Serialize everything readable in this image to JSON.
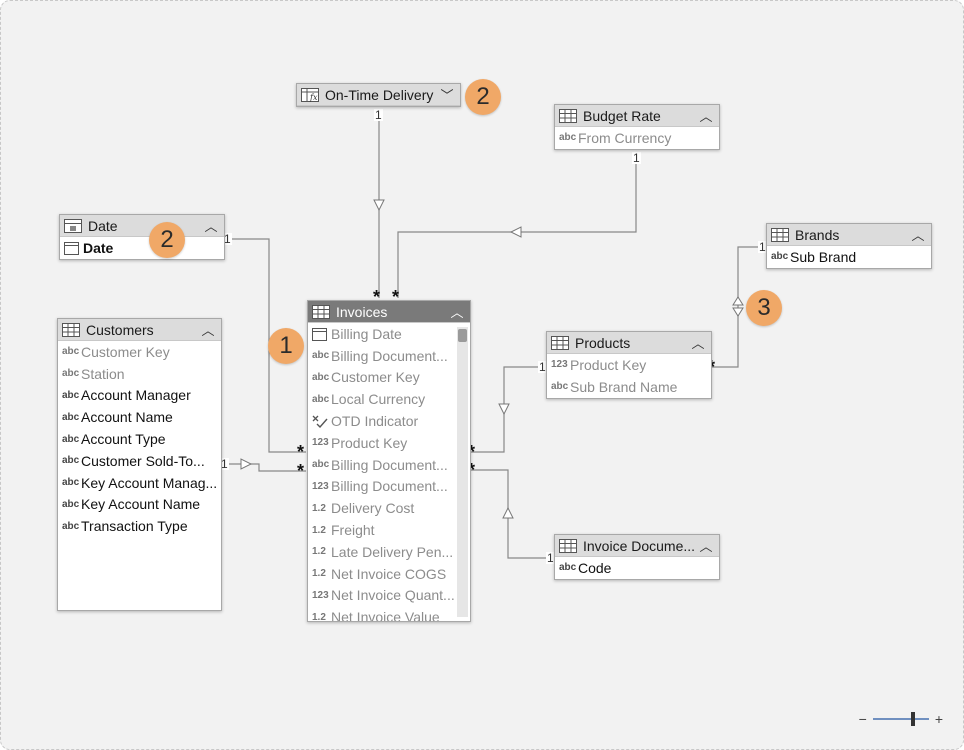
{
  "tables": {
    "date": {
      "title": "Date",
      "fields": [
        {
          "icon": "cal",
          "name": "Date",
          "style": "bold"
        }
      ]
    },
    "customers": {
      "title": "Customers",
      "fields": [
        {
          "icon": "abc",
          "name": "Customer Key",
          "style": "dim"
        },
        {
          "icon": "abc",
          "name": "Station",
          "style": "dim"
        },
        {
          "icon": "abc",
          "name": "Account Manager",
          "style": "strong"
        },
        {
          "icon": "abc",
          "name": "Account Name",
          "style": "strong"
        },
        {
          "icon": "abc",
          "name": "Account Type",
          "style": "strong"
        },
        {
          "icon": "abc",
          "name": "Customer Sold-To...",
          "style": "strong"
        },
        {
          "icon": "abc",
          "name": "Key Account Manag...",
          "style": "strong"
        },
        {
          "icon": "abc",
          "name": "Key Account Name",
          "style": "strong"
        },
        {
          "icon": "abc",
          "name": "Transaction Type",
          "style": "strong"
        }
      ]
    },
    "invoices": {
      "title": "Invoices",
      "fields": [
        {
          "icon": "cal",
          "name": "Billing Date",
          "style": "dim"
        },
        {
          "icon": "abc",
          "name": "Billing Document...",
          "style": "dim"
        },
        {
          "icon": "abc",
          "name": "Customer Key",
          "style": "dim"
        },
        {
          "icon": "abc",
          "name": "Local Currency",
          "style": "dim"
        },
        {
          "icon": "calc",
          "name": "OTD Indicator",
          "style": "dim"
        },
        {
          "icon": "123",
          "name": "Product Key",
          "style": "dim"
        },
        {
          "icon": "abc",
          "name": "Billing Document...",
          "style": "dim"
        },
        {
          "icon": "123",
          "name": "Billing Document...",
          "style": "dim"
        },
        {
          "icon": "1.2",
          "name": "Delivery Cost",
          "style": "dim"
        },
        {
          "icon": "1.2",
          "name": "Freight",
          "style": "dim"
        },
        {
          "icon": "1.2",
          "name": "Late Delivery Pen...",
          "style": "dim"
        },
        {
          "icon": "1.2",
          "name": "Net Invoice COGS",
          "style": "dim"
        },
        {
          "icon": "123",
          "name": "Net Invoice Quant...",
          "style": "dim"
        },
        {
          "icon": "1.2",
          "name": "Net Invoice Value",
          "style": "dim"
        }
      ]
    },
    "budget_rate": {
      "title": "Budget Rate",
      "fields": [
        {
          "icon": "abc",
          "name": "From Currency",
          "style": "dim"
        }
      ]
    },
    "brands": {
      "title": "Brands",
      "fields": [
        {
          "icon": "abc",
          "name": "Sub Brand",
          "style": "strong"
        }
      ]
    },
    "products": {
      "title": "Products",
      "fields": [
        {
          "icon": "123",
          "name": "Product Key",
          "style": "dim"
        },
        {
          "icon": "abc",
          "name": "Sub Brand Name",
          "style": "dim"
        }
      ]
    },
    "invoice_document": {
      "title": "Invoice Docume...",
      "fields": [
        {
          "icon": "abc",
          "name": "Code",
          "style": "strong"
        }
      ]
    }
  },
  "calc_table": {
    "title": "On-Time Delivery"
  },
  "type_labels": {
    "abc": "abc",
    "123": "123",
    "1.2": "1.2"
  },
  "cardinality": {
    "one": "1",
    "many": "*"
  },
  "badges": {
    "b1": "1",
    "b2a": "2",
    "b2b": "2",
    "b3": "3"
  },
  "zoom": {
    "minus": "−",
    "plus": "+"
  },
  "colors": {
    "canvas": "#f2f2f2",
    "header": "#dcdcdc",
    "selected_header": "#7a7a7a",
    "badge": "#f0a867",
    "line": "#888888"
  }
}
